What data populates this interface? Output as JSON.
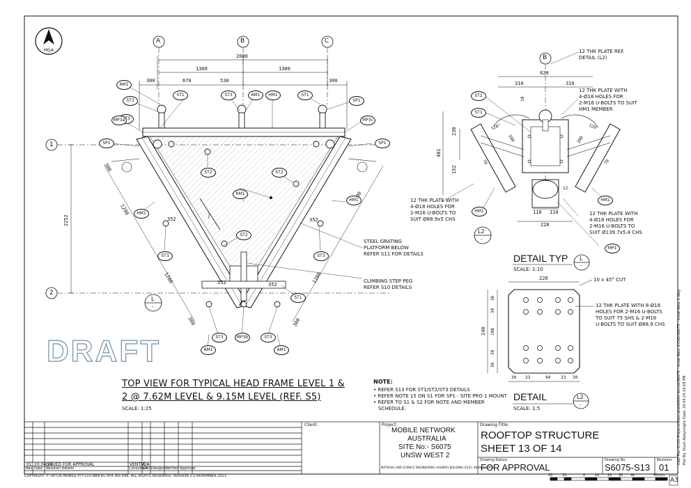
{
  "north_arrow": {
    "label": "MGA"
  },
  "grid_columns": [
    "A",
    "B",
    "C"
  ],
  "grid_rows": [
    "1",
    "2"
  ],
  "top_view": {
    "dims_top": [
      "2600",
      "1300",
      "1300"
    ],
    "dims_mid": [
      "300",
      "670",
      "530",
      "300"
    ],
    "dim_side_left": "2252",
    "dims_diag": [
      "300",
      "1200",
      "1200",
      "300",
      "1200",
      "1200",
      "300",
      "352",
      "352",
      "352",
      "352"
    ],
    "labels": [
      "AM1",
      "ST3",
      "ST1",
      "ST3",
      "AM1",
      "HM1",
      "ST1",
      "SP1",
      "MP3a",
      "MP3c",
      "SP1",
      "SP1",
      "ST2",
      "ST2",
      "RM1",
      "HM1",
      "HM1",
      "ST2",
      "ST3",
      "ST3",
      "ST1",
      "ST3",
      "MP3b",
      "ST3",
      "AM1",
      "AM1",
      "ST3"
    ],
    "section_mark": {
      "letter": "L",
      "sub": "-"
    },
    "callouts": [
      "STEEL GRATING",
      "PLATFORM BELOW",
      "REFER S11 FOR DETAILS",
      "CLIMBING STEP PEG",
      "REFER S10 DETAILS"
    ],
    "title_line1": "TOP VIEW FOR TYPICAL HEAD FRAME LEVEL 1 &",
    "title_line2": "2 @ 7.62M LEVEL & 9.15M LEVEL (REF. S5)",
    "scale": "SCALE: 1:25"
  },
  "detail_top": {
    "grid": "B",
    "dims": [
      "620",
      "310",
      "310",
      "230",
      "481",
      "152",
      "110",
      "110",
      "220",
      "10",
      "10",
      "12",
      "70",
      "70",
      "200",
      "200",
      "120°",
      "120°"
    ],
    "labels": [
      "ST2",
      "ST1",
      "HM1",
      "HM1",
      "MP1"
    ],
    "notes": [
      "12 THK PLATE REF.",
      "DETAIL (L2)",
      "12 THK PLATE WITH",
      "4-Ø18 HOLES FOR",
      "2-M16 U-BOLTS TO SUIT",
      "HM1 MEMBER",
      "12 THK PLATE WITH",
      "4-Ø18 HOLES FOR",
      "2-M16 U-BOLTS TO",
      "SUIT Ø88.9x5 CHS",
      "12 THK PLATE WITH",
      "4-Ø18 HOLES FOR",
      "2-M16 U-BOLTS TO",
      "SUIT Ø139.7x5.4 CHS"
    ],
    "section_mark": {
      "letter": "L2",
      "sub": "-"
    },
    "title": "DETAIL TYP",
    "title_mark": {
      "letter": "L",
      "sub": "-"
    },
    "scale": "SCALE: 1:10"
  },
  "detail_plate": {
    "dims_top": "220",
    "dims_left": [
      "240",
      "36",
      "30",
      "108",
      "30",
      "36"
    ],
    "dims_bottom": [
      "30",
      "33",
      "94",
      "33",
      "30"
    ],
    "notes": [
      "10 x 45° CUT",
      "12 THK PLATE WITH 8-Ø18",
      "HOLES FOR 2-M16 U-BOLTS",
      "TO SUIT 75 SHS & 2-M16",
      "U-BOLTS TO SUIT Ø88.9 CHS"
    ],
    "title": "DETAIL",
    "title_mark": {
      "letter": "L2",
      "sub": "-"
    },
    "scale": "SCALE: 1:5"
  },
  "notes": {
    "heading": "NOTE:",
    "items": [
      "REFER S13 FOR ST1/ST2/ST3 DETAILS",
      "REFER NOTE 15 ON S1 FOR SP1 - SITE PRO 1 MOUNT",
      "REFER TO S1 & S2 FOR NOTE AND MEMBER",
      "SCHEDULE."
    ]
  },
  "watermark": "DRAFT",
  "title_block": {
    "revision_row": {
      "rev": "01",
      "date": "20.04.24",
      "desc": "ISSUED FOR APPROVAL",
      "consultant": "VENTIA",
      "cad": "DA"
    },
    "revision_headers": [
      "Rev.",
      "Date",
      "Revision Details",
      "Consultant",
      "CAD",
      "Designer",
      "Verifier",
      "Approver"
    ],
    "client_label": "Client:",
    "project_label": "Project:",
    "project_lines": [
      "MOBILE NETWORK",
      "AUSTRALIA",
      "SITE No:- S6075",
      "UNSW WEST 2"
    ],
    "project_sub": "MATERIAL AND SCIENCE ENGINEERING (HILMER) BUILDING (E10), UNSW CAMPUS",
    "drawing_title_label": "Drawing Title:",
    "drawing_title_1": "ROOFTOP STRUCTURE",
    "drawing_title_2": "SHEET 13 OF 14",
    "status_label": "Drawing Status:",
    "status": "FOR APPROVAL",
    "drawing_no_label": "Drawing No.",
    "drawing_no": "S6075-S13",
    "revision_label": "Revision:",
    "revision": "01",
    "sheet_size": "A3",
    "copyright": "COPYRIGHT © OPTUS MOBILE PTY LTD  ABN 65 054 365 696. ALL RIGHTS RESERVED. VERSION 2.0 NOVEMBER 2013",
    "scale_bar": [
      "20",
      "10",
      "0",
      "10",
      "20",
      "30",
      "40",
      "50mm"
    ],
    "side_text_1": "CAD File: D:\\01-Projects\\Australia\\A0001-Ventia\\S6075 - Unsw West 2\\CAD\\S6075 - Unsw West 2.dwg",
    "side_text_2": "Plot By: Duuh Abeysinghe   Date: 20.04.24 16:58 PM"
  }
}
